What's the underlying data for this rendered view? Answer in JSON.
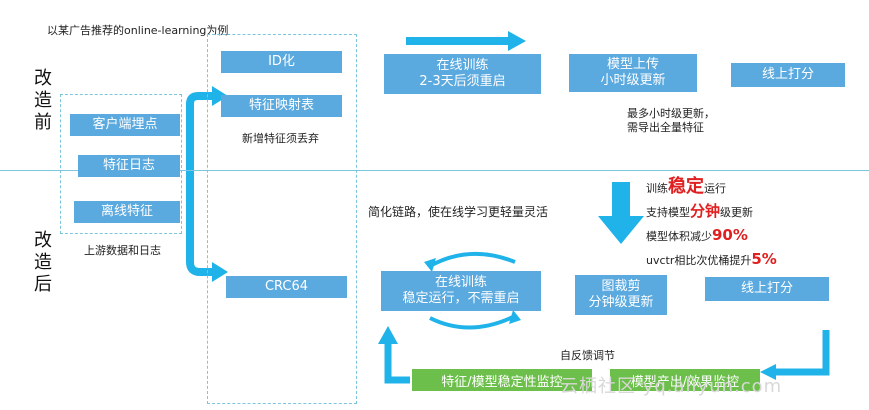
{
  "header": {
    "example_note": "以某广告推荐的online-learning为例"
  },
  "side_labels": {
    "before": [
      "改",
      "造",
      "前"
    ],
    "after": [
      "改",
      "造",
      "后"
    ]
  },
  "upstream": {
    "items": [
      "客户端埋点",
      "特征日志",
      "离线特征"
    ],
    "caption": "上游数据和日志"
  },
  "feature_column": {
    "id": "ID化",
    "mapping": "特征映射表",
    "mapping_note": "新增特征须丢弃",
    "crc": "CRC64"
  },
  "before_flow": {
    "train_line1": "在线训练",
    "train_line2": "2-3天后须重启",
    "upload_line1": "模型上传",
    "upload_line2": "小时级更新",
    "serve": "线上打分",
    "note_line1": "最多小时级更新，",
    "note_line2": "需导出全量特征"
  },
  "after_flow": {
    "simplify_note": "简化链路，使在线学习更轻量灵活",
    "train_line1": "在线训练",
    "train_line2": "稳定运行，不需重启",
    "prune_line1": "图裁剪",
    "prune_line2": "分钟级更新",
    "serve": "线上打分",
    "feedback_label": "自反馈调节",
    "monitor_stability": "特征/模型稳定性监控",
    "monitor_output": "模型产出/效果监控"
  },
  "improvements": [
    {
      "pre": "训练",
      "hl": "稳定",
      "post": "运行"
    },
    {
      "pre": "支持模型",
      "hl": "分钟",
      "post": "级更新"
    },
    {
      "pre": "模型体积减少",
      "hl": "90%",
      "post": ""
    },
    {
      "pre": "uvctr相比次优桶提升",
      "hl": "5%",
      "post": ""
    }
  ],
  "watermark": "云栖社区 yq.aliyun.com",
  "colors": {
    "box": "#5aa9df",
    "arrow": "#1fb3ea",
    "green": "#6dbf4b",
    "highlight": "#e02020",
    "dashed": "#7cc6dd"
  }
}
